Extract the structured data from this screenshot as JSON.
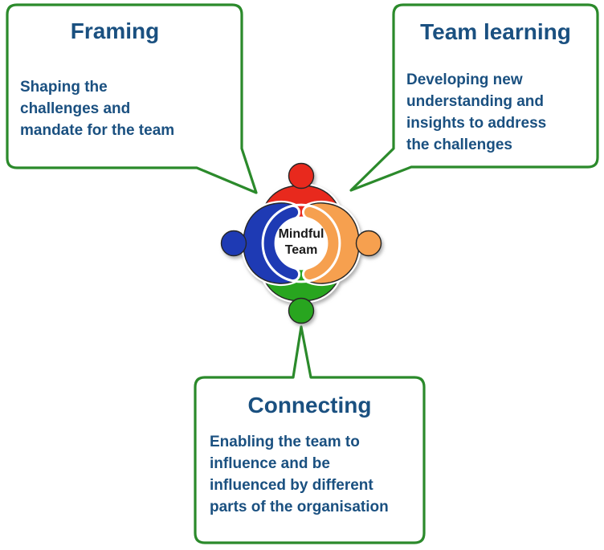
{
  "diagram": {
    "callouts": [
      {
        "id": "framing",
        "title": "Framing",
        "body_lines": [
          "Shaping the",
          "challenges and",
          "mandate for the team"
        ]
      },
      {
        "id": "team-learning",
        "title": "Team learning",
        "body_lines": [
          "Developing new",
          "understanding and",
          "insights to address",
          "the challenges"
        ]
      },
      {
        "id": "connecting",
        "title": "Connecting",
        "body_lines": [
          "Enabling the team to",
          "influence and be",
          "influenced by different",
          "parts of the organisation"
        ]
      }
    ],
    "center": {
      "label_lines": [
        "Mindful",
        "Team"
      ],
      "members": [
        {
          "position": "top",
          "color": "#e8291d"
        },
        {
          "position": "right",
          "color": "#f6a04f"
        },
        {
          "position": "bottom",
          "color": "#28a51f"
        },
        {
          "position": "left",
          "color": "#1e3ab4"
        }
      ]
    },
    "colors": {
      "callout_border": "#2b8a2b",
      "callout_text": "#1a5080",
      "center_label": "#1a1a1a",
      "background": "#ffffff"
    }
  }
}
